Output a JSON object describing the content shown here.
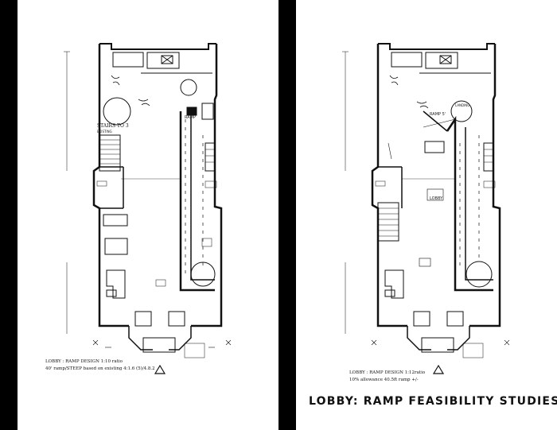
{
  "left_plan": {
    "stairs_label": "STAIRS TO 3",
    "stairs_sub": "EXISTING",
    "ramp_label": "RAMP",
    "note_line1": "LOBBY : RAMP DESIGN 1:10 ratio",
    "note_line2": "40' ramp/STEEP based on existing 4:1.6 (5)/4.8.2"
  },
  "right_plan": {
    "ramp_label": "RAMP 5'",
    "lobby_label": "LOBBY",
    "landing_label": "LANDING",
    "note_line1": "LOBBY : RAMP DESIGN 1:12ratio",
    "note_line2": "10% allowance 40.5ft ramp +/-"
  },
  "caption": "LOBBY: RAMP FEASIBILITY STUDIES"
}
